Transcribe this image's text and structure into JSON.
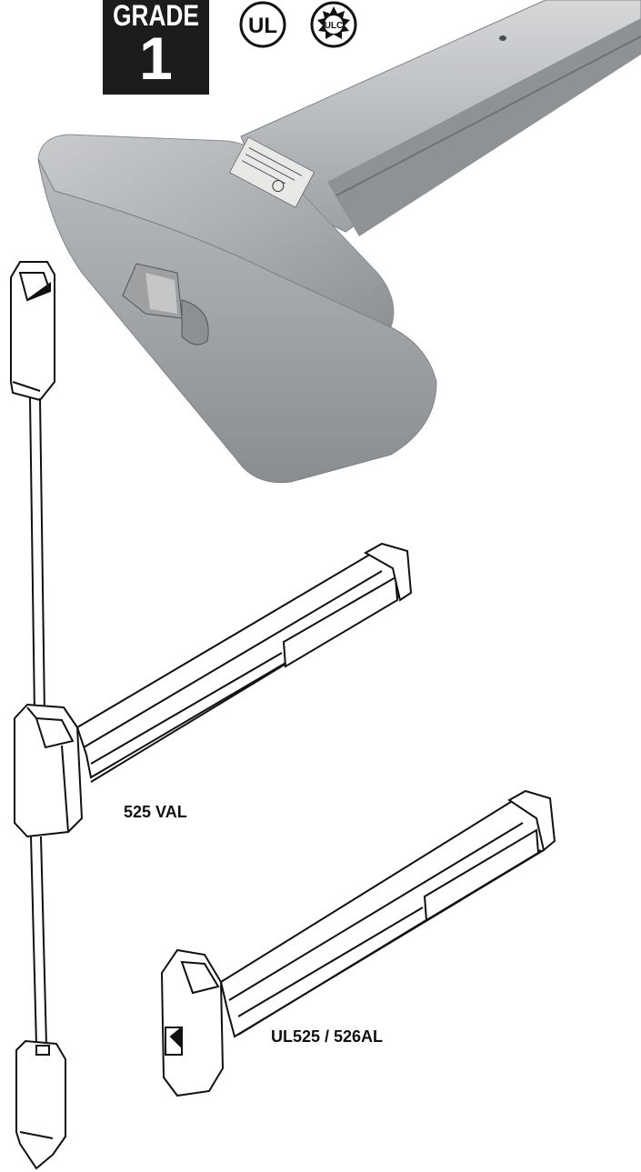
{
  "badge": {
    "grade_word": "GRADE",
    "grade_number": "1"
  },
  "certifications": {
    "ul_mark": "UL",
    "ulc_mark": "ULC"
  },
  "products": {
    "vertical_rod_label": "525 VAL",
    "rim_device_label": "UL525 / 526AL"
  },
  "colors": {
    "badge_bg": "#1c1c1c",
    "device_finish": "#a9abad",
    "line_art": "#111111"
  },
  "icons": [
    "ul-listed-icon",
    "ulc-listed-icon"
  ]
}
